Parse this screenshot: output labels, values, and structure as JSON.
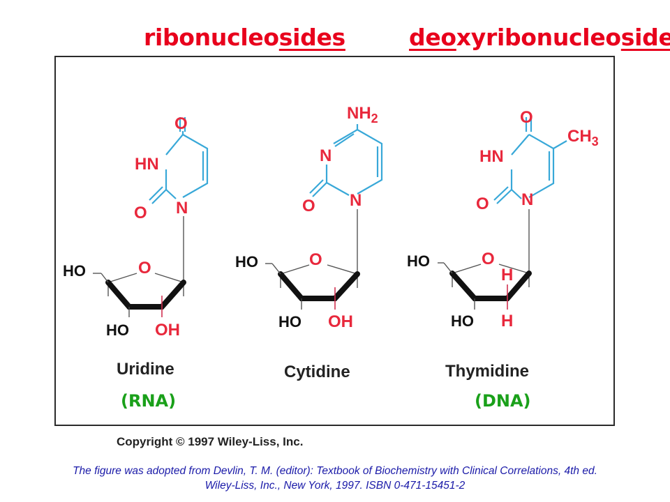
{
  "headings": {
    "ribo": {
      "pre": "ribonucleo",
      "underlined": "sides"
    },
    "deoxy": {
      "u1": "deo",
      "mid": "xyribonucleo",
      "u2": "side"
    }
  },
  "molecules": [
    {
      "name": "Uridine",
      "type_label": "(RNA)",
      "atoms": {
        "top": "O",
        "nh": "HN",
        "carbonyl": "O",
        "n1": "N",
        "ring_o": "O",
        "ho5": "HO",
        "ho3": "HO",
        "c2": "OH"
      }
    },
    {
      "name": "Cytidine",
      "atoms": {
        "top": "NH",
        "top_sub": "2",
        "n3": "N",
        "carbonyl": "O",
        "n1": "N",
        "ring_o": "O",
        "ho5": "HO",
        "ho3": "HO",
        "c2": "OH"
      }
    },
    {
      "name": "Thymidine",
      "type_label": "(DNA)",
      "atoms": {
        "top": "O",
        "methyl": "CH",
        "methyl_sub": "3",
        "nh": "HN",
        "carbonyl": "O",
        "n1": "N",
        "ring_o": "O",
        "ho5": "HO",
        "ho3": "HO",
        "h2a": "H",
        "h2b": "H"
      }
    }
  ],
  "copyright": "Copyright © 1997 Wiley-Liss, Inc.",
  "citation": [
    "The figure was adopted from Devlin, T. M. (editor): Textbook of Biochemistry with Clinical Correlations, 4th ed.",
    "Wiley-Liss, Inc., New York, 1997. ISBN 0-471-15451-2"
  ],
  "colors": {
    "heading": "#e8001c",
    "atom_red": "#e8283c",
    "ring_blue": "#38a8d8",
    "label_green": "#1aa01a",
    "citation_blue": "#1a1aa8",
    "text_dark": "#222222"
  }
}
